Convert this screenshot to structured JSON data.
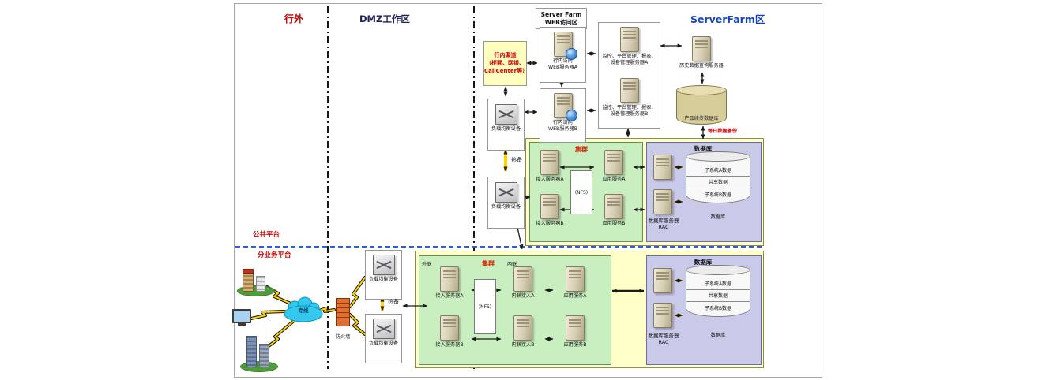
{
  "zones": {
    "outside": "行外",
    "dmz": "DMZ工作区",
    "serverfarm": "ServerFarm区"
  },
  "platforms": {
    "public": "公共平台",
    "business": "分业务平台"
  },
  "outside": {
    "cloud": "专线",
    "firewall": "防火墙"
  },
  "dmz": {
    "channel": {
      "line1": "行内渠道",
      "line2": "（柜面、网银、",
      "line3": "CallCenter等）"
    },
    "lb1": "负载均衡设备",
    "lb2": "负载均衡设备",
    "lb3": "负载均衡设备",
    "lb4": "负载均衡设备",
    "hot1": "热备",
    "hot2": "热备"
  },
  "web_access": {
    "title1": "Server Farm",
    "title2": "WEB访问区",
    "a1": "行内访问",
    "a2": "WEB服务器A",
    "b1": "行内访问",
    "b2": "WEB服务器B"
  },
  "mgmt": {
    "a": "监控、平台管理、报表、设备管理服务器A",
    "b": "监控、平台管理、报表、设备管理服务器B"
  },
  "history": {
    "server": "历史数据查询服务器",
    "db": "产品续传数据库",
    "backup": "每日数据备份"
  },
  "cluster_top": {
    "title": "集群",
    "access_a": "接入服务器A",
    "access_b": "接入服务器B",
    "nfs": "(NFS)",
    "app_a": "应用服务A",
    "app_b": "应用服务B",
    "db_title": "数据库",
    "rac1": "数据库服务器",
    "rac2": "RAC",
    "band1": "子系统A数据",
    "band2": "共享数据",
    "band3": "子系统B数据",
    "db_label": "数据库"
  },
  "cluster_bottom": {
    "title": "集群",
    "ext": "外联",
    "int": "内联",
    "access_a": "接入服务器A",
    "access_b": "接入服务器B",
    "nfs": "(NFS)",
    "int_a": "内联接入A",
    "int_b": "内联接入B",
    "app_a": "应用服务A",
    "app_b": "应用服务B",
    "db_title": "数据库",
    "rac1": "数据库服务器",
    "rac2": "RAC",
    "band1": "子系统A数据",
    "band2": "共享数据",
    "band3": "子系统B数据",
    "db_label": "数据库"
  },
  "colors": {
    "zone_outside": "#cc0000",
    "zone_dmz": "#20205f",
    "zone_serverfarm": "#1144bb",
    "platform_label": "#cc0000",
    "cluster_title": "#cc2200",
    "backup_label": "#cc0000",
    "yellow_box": "#ffffc8",
    "green_box": "#c9efc0",
    "purple_box": "#c9c9ea",
    "divider_blue": "#2b5fd9",
    "hot_arrow": "#ffd400"
  }
}
